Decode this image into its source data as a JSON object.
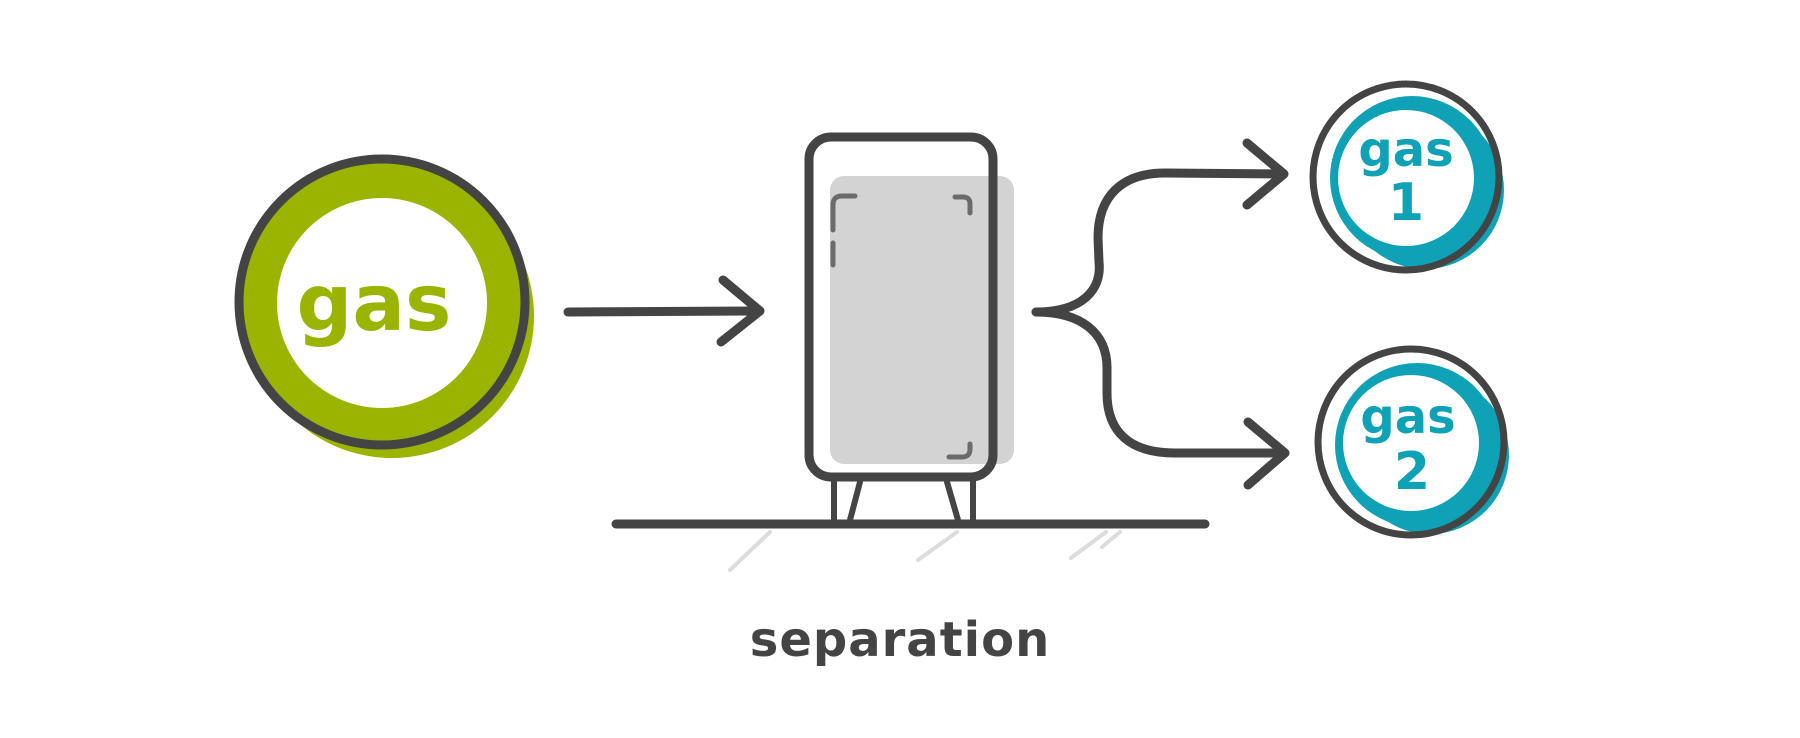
{
  "colors": {
    "stroke": "#444444",
    "input_accent": "#9ab400",
    "output_accent": "#0fa1b6",
    "tank_fill": "#d3d3d3",
    "ground_hatch": "#dcdcdc",
    "background": "#ffffff"
  },
  "input": {
    "label": "gas",
    "icon": "green-gas-bubble"
  },
  "outputs": [
    {
      "label_top": "gas",
      "label_bottom": "1",
      "icon": "teal-gas-bubble"
    },
    {
      "label_top": "gas",
      "label_bottom": "2",
      "icon": "teal-gas-bubble"
    }
  ],
  "process": {
    "icon": "separator-tank-icon",
    "caption": "separation"
  },
  "connectors": {
    "input_arrow": "right-arrow-icon",
    "split": "split-bracket-arrows-icon"
  }
}
